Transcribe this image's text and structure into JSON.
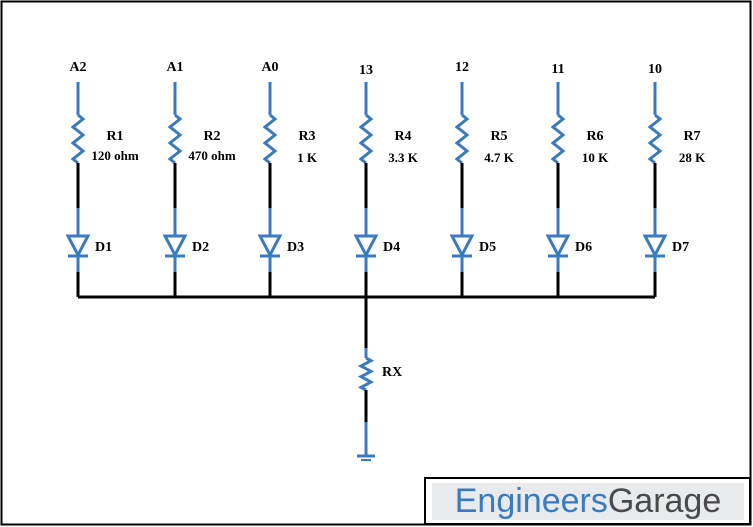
{
  "branches": [
    {
      "pin": "A2",
      "resistor": "R1",
      "value": "120 ohm",
      "diode": "D1"
    },
    {
      "pin": "A1",
      "resistor": "R2",
      "value": "470 ohm",
      "diode": "D2"
    },
    {
      "pin": "A0",
      "resistor": "R3",
      "value": "1 K",
      "diode": "D3"
    },
    {
      "pin": "13",
      "resistor": "R4",
      "value": "3.3 K",
      "diode": "D4"
    },
    {
      "pin": "12",
      "resistor": "R5",
      "value": "4.7 K",
      "diode": "D5"
    },
    {
      "pin": "11",
      "resistor": "R6",
      "value": "10 K",
      "diode": "D6"
    },
    {
      "pin": "10",
      "resistor": "R7",
      "value": "28 K",
      "diode": "D7"
    }
  ],
  "common_resistor": {
    "label": "RX"
  },
  "logo": {
    "part1": "Engineers",
    "part2": "Garage"
  },
  "colors": {
    "component": "#3a7bbf",
    "wire": "#000000",
    "logo_blue": "#3a7bbf",
    "logo_gray": "#4a4a4a"
  }
}
